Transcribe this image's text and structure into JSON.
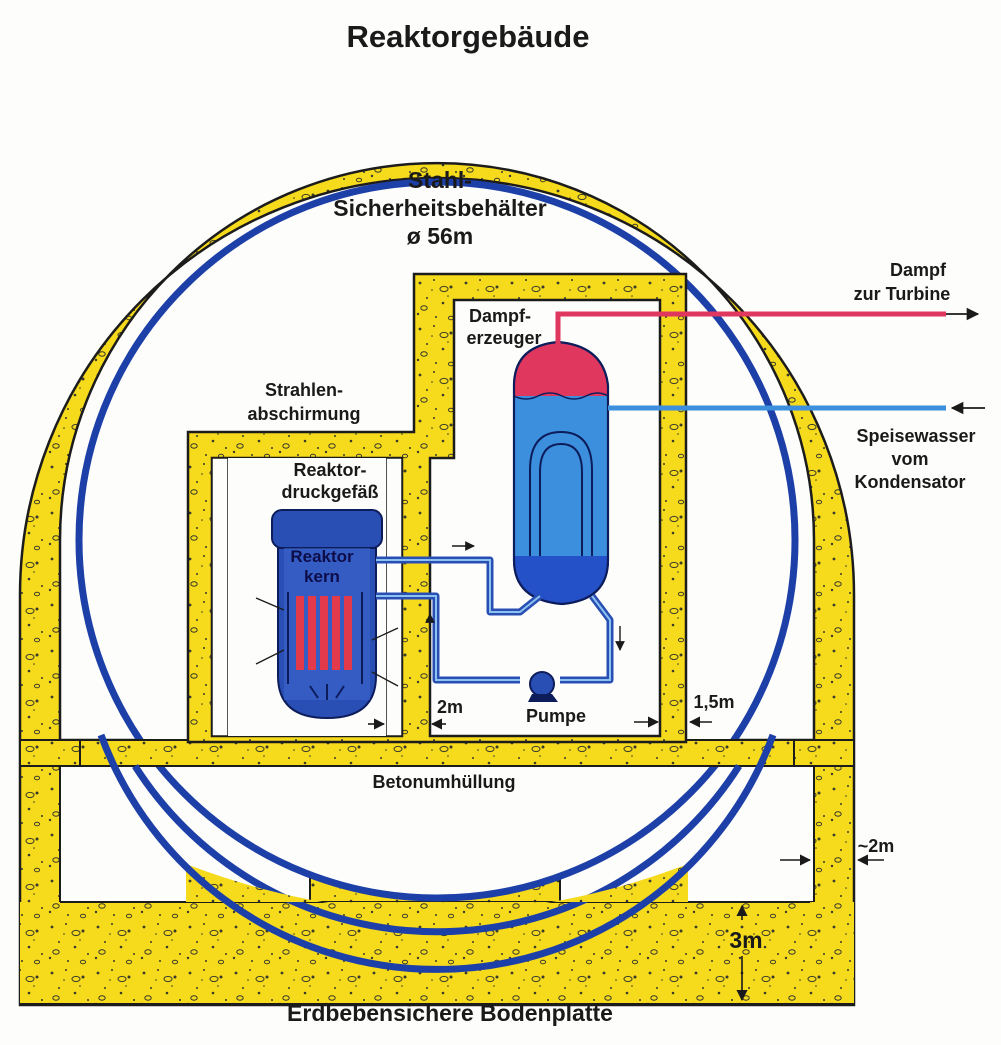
{
  "title": "Reaktorgebäude",
  "labels": {
    "stahl_1": "Stahl-",
    "stahl_2": "Sicherheitsbehälter",
    "stahl_3": "ø 56m",
    "strahlen_1": "Strahlen-",
    "strahlen_2": "abschirmung",
    "rdg_1": "Reaktor-",
    "rdg_2": "druckgefäß",
    "kern_1": "Reaktor",
    "kern_2": "kern",
    "dampferz_1": "Dampf-",
    "dampferz_2": "erzeuger",
    "dampf_1": "Dampf",
    "dampf_2": "zur Turbine",
    "speise_1": "Speisewasser",
    "speise_2": "vom",
    "speise_3": "Kondensator",
    "pumpe": "Pumpe",
    "dim_2m": "2m",
    "dim_15m": "1,5m",
    "dim_2m_approx": "~2m",
    "dim_3m": "3m",
    "betonumhuellung": "Betonumhüllung",
    "bodenplatte": "Erdbebensichere Bodenplatte"
  },
  "colors": {
    "concrete": "#f6da1c",
    "outline": "#1c1c1c",
    "steel": "#1d3fa8",
    "steam": "#e0375e",
    "water": "#3b8fdc",
    "water_dark": "#2450c8",
    "vessel": "#2a4fb4",
    "core_rods": "#e23a4a"
  }
}
